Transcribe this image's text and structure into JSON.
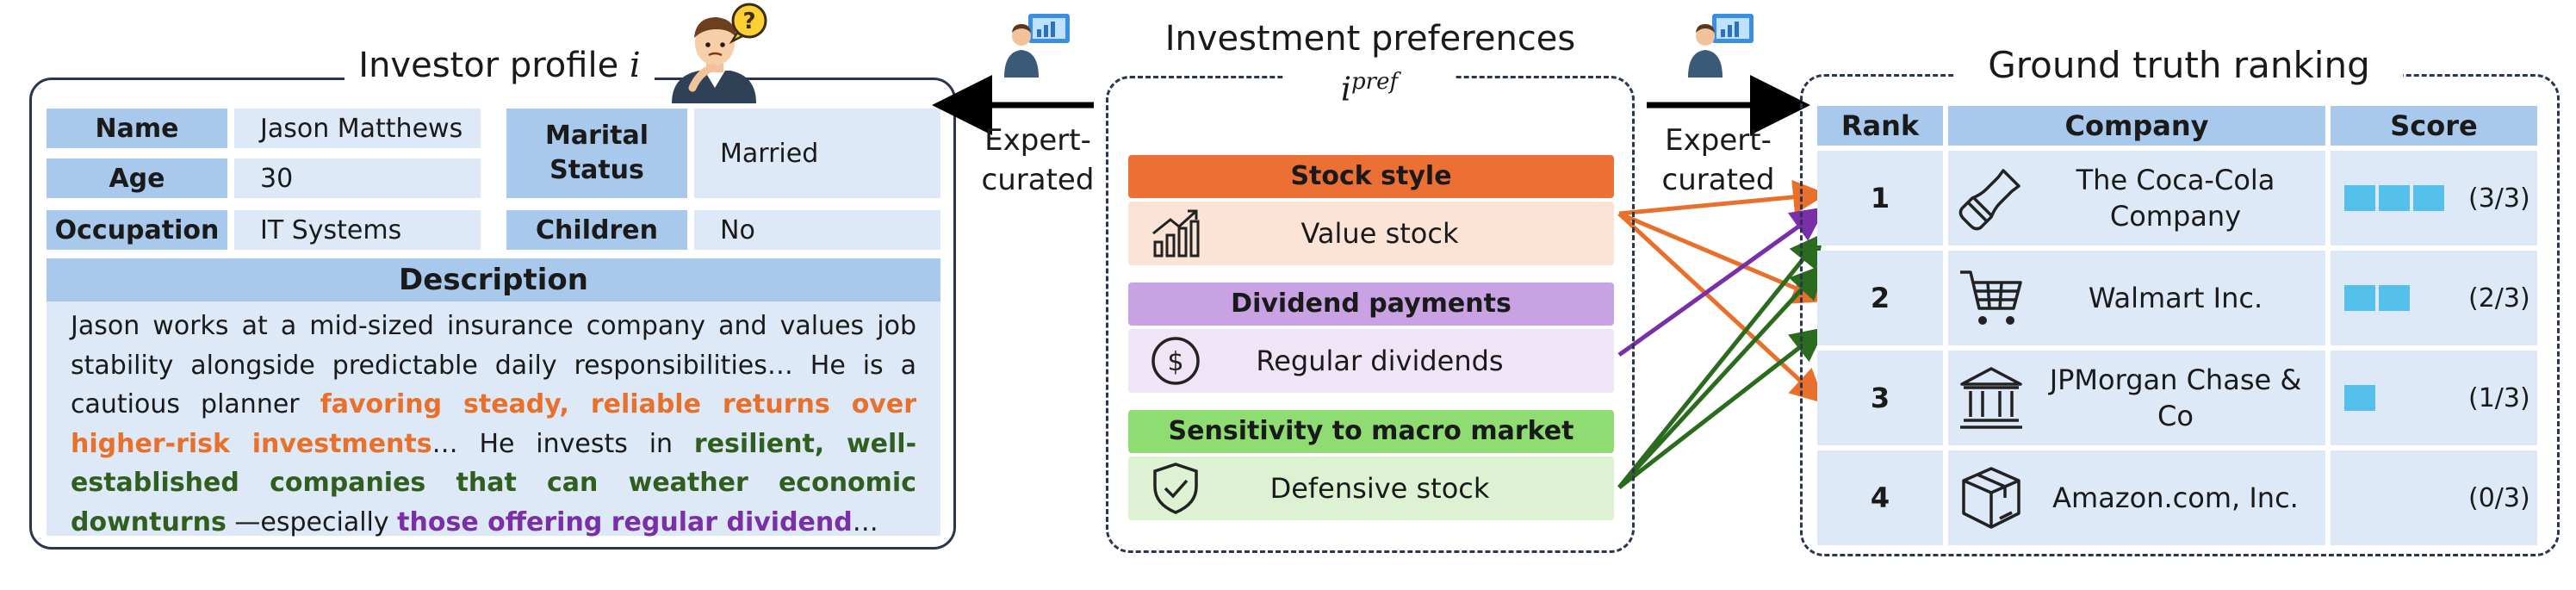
{
  "profile": {
    "title": "Investor profile",
    "title_var": "i",
    "fields": {
      "name_label": "Name",
      "name_value": "Jason Matthews",
      "age_label": "Age",
      "age_value": "30",
      "occupation_label": "Occupation",
      "occupation_value": "IT Systems",
      "marital_label": "Marital Status",
      "marital_value": "Married",
      "children_label": "Children",
      "children_value": "No"
    },
    "description_label": "Description",
    "description": {
      "p1": "Jason works at a mid-sized insurance company and values job stability alongside predictable daily responsibilities… He is a cautious planner ",
      "orange": "favoring steady, reliable returns over higher-risk investments",
      "p2": "… He invests in ",
      "green": "resilient, well-established companies that can weather economic downturns",
      "p3": " —especially ",
      "purple": "those offering regular dividend",
      "p4": "…"
    }
  },
  "arrows": {
    "left_label": "Expert-\ncurated",
    "right_label": "Expert-\ncurated"
  },
  "preferences": {
    "title": "Investment preferences",
    "symbol": "i",
    "symbol_sup": "pref",
    "groups": [
      {
        "header": "Stock style",
        "item": "Value  stock",
        "icon": "chart-growth-icon",
        "header_color": "#ec6f33",
        "item_color": "#fbe3d6"
      },
      {
        "header": "Dividend payments",
        "item": "Regular dividends",
        "icon": "dollar-coin-icon",
        "header_color": "#c8a2e3",
        "item_color": "#efe5f6"
      },
      {
        "header": "Sensitivity to macro market",
        "item": "Defensive stock",
        "icon": "shield-check-icon",
        "header_color": "#8fdc72",
        "item_color": "#dcf2d3"
      }
    ]
  },
  "ranking": {
    "title": "Ground truth ranking",
    "headers": [
      "Rank",
      "Company",
      "Score"
    ],
    "rows": [
      {
        "rank": "1",
        "company": "The Coca-Cola Company",
        "icon": "soda-bottle-icon",
        "score": 3,
        "score_text": "(3/3)"
      },
      {
        "rank": "2",
        "company": "Walmart Inc.",
        "icon": "shopping-cart-icon",
        "score": 2,
        "score_text": "(2/3)"
      },
      {
        "rank": "3",
        "company": "JPMorgan Chase & Co",
        "icon": "bank-icon",
        "score": 1,
        "score_text": "(1/3)"
      },
      {
        "rank": "4",
        "company": "Amazon.com, Inc.",
        "icon": "package-box-icon",
        "score": 0,
        "score_text": "(0/3)"
      }
    ]
  },
  "colors": {
    "orange": "#e8702a",
    "purple": "#7a2ea8",
    "green": "#2a6b1e",
    "header_blue": "#a9c9ec",
    "cell_blue": "#dde9f6",
    "score_bar": "#55c0ec"
  }
}
